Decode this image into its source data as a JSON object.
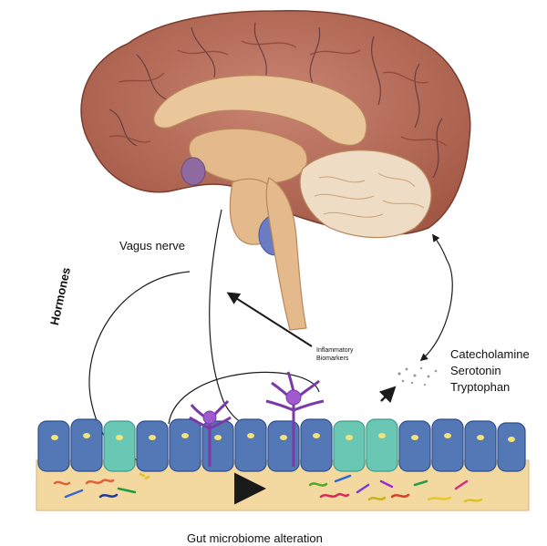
{
  "labels": {
    "vagus_nerve": "Vagus nerve",
    "hormones": "Hormones",
    "inflammatory_line1": "Inflammatory",
    "inflammatory_line2": "Biomarkers",
    "neuro_1": "Catecholamine",
    "neuro_2": "Serotonin",
    "neuro_3": "Tryptophan",
    "gut_alteration": "Gut microbiome alteration"
  },
  "colors": {
    "cortex": "#b56a56",
    "cortex_dark": "#8a4535",
    "inner_brain": "#e9c79a",
    "cerebellum": "#efdcc4",
    "brainstem": "#e4b98c",
    "epithelium": "#5477b5",
    "epithelium_dark": "#2f4e8c",
    "epithelium_teal": "#69c7b4",
    "immune_cell": "#a05ad0",
    "lumen": "#f3d9a0",
    "lines": "#1a1a1a"
  }
}
